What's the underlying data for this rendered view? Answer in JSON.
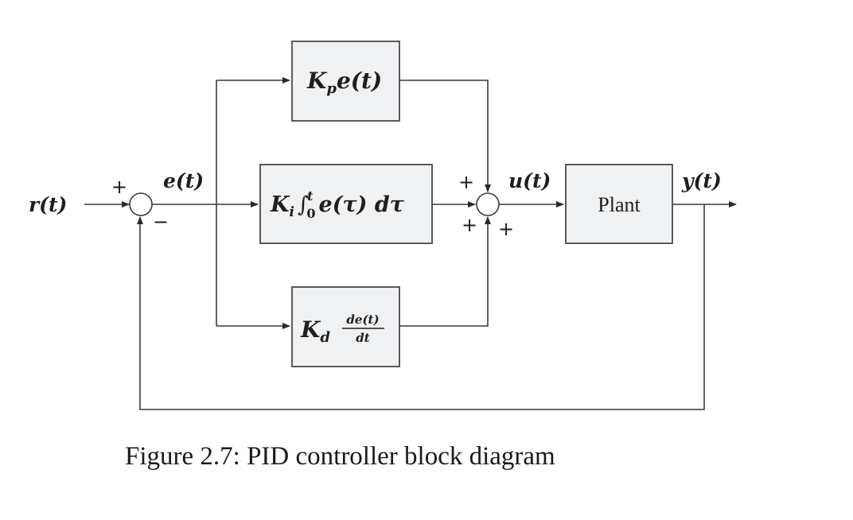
{
  "figure": {
    "caption": "Figure 2.7: PID controller block diagram",
    "colors": {
      "line": "#3a3a3a",
      "block_fill": "#f0f1f3",
      "block_border": "#5a5a5a",
      "text": "#1e1e1e"
    }
  },
  "signals": {
    "reference": "r(t)",
    "error": "e(t)",
    "control": "u(t)",
    "output": "y(t)"
  },
  "blocks": {
    "proportional": {
      "gain": "K",
      "gain_sub": "p",
      "term": "e(t)"
    },
    "integral": {
      "gain": "K",
      "gain_sub": "i",
      "integral": "∫",
      "upper": "t",
      "lower": "0",
      "term": "e(τ) dτ"
    },
    "derivative": {
      "gain": "K",
      "gain_sub": "d",
      "numerator": "de(t)",
      "denominator": "dt"
    },
    "plant": {
      "label": "Plant"
    }
  },
  "summing_junctions": {
    "error_junction": {
      "reference_sign": "+",
      "feedback_sign": "−"
    },
    "control_junction": {
      "p_sign": "+",
      "i_sign": "+",
      "d_sign": "+"
    }
  }
}
